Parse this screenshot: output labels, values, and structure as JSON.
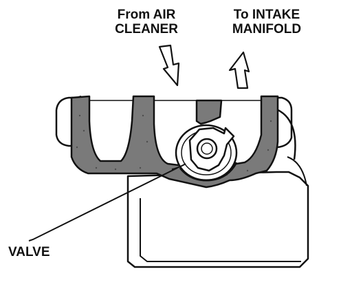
{
  "labels": {
    "from_line1": "From AIR",
    "from_line2": "CLEANER",
    "to_line1": "To INTAKE",
    "to_line2": "MANIFOLD",
    "valve": "VALVE"
  },
  "colors": {
    "ink": "#111111",
    "casting_fill": "#7a7a7a",
    "paper": "#ffffff"
  },
  "flow": {
    "inlet_direction": "down",
    "outlet_direction": "up"
  }
}
